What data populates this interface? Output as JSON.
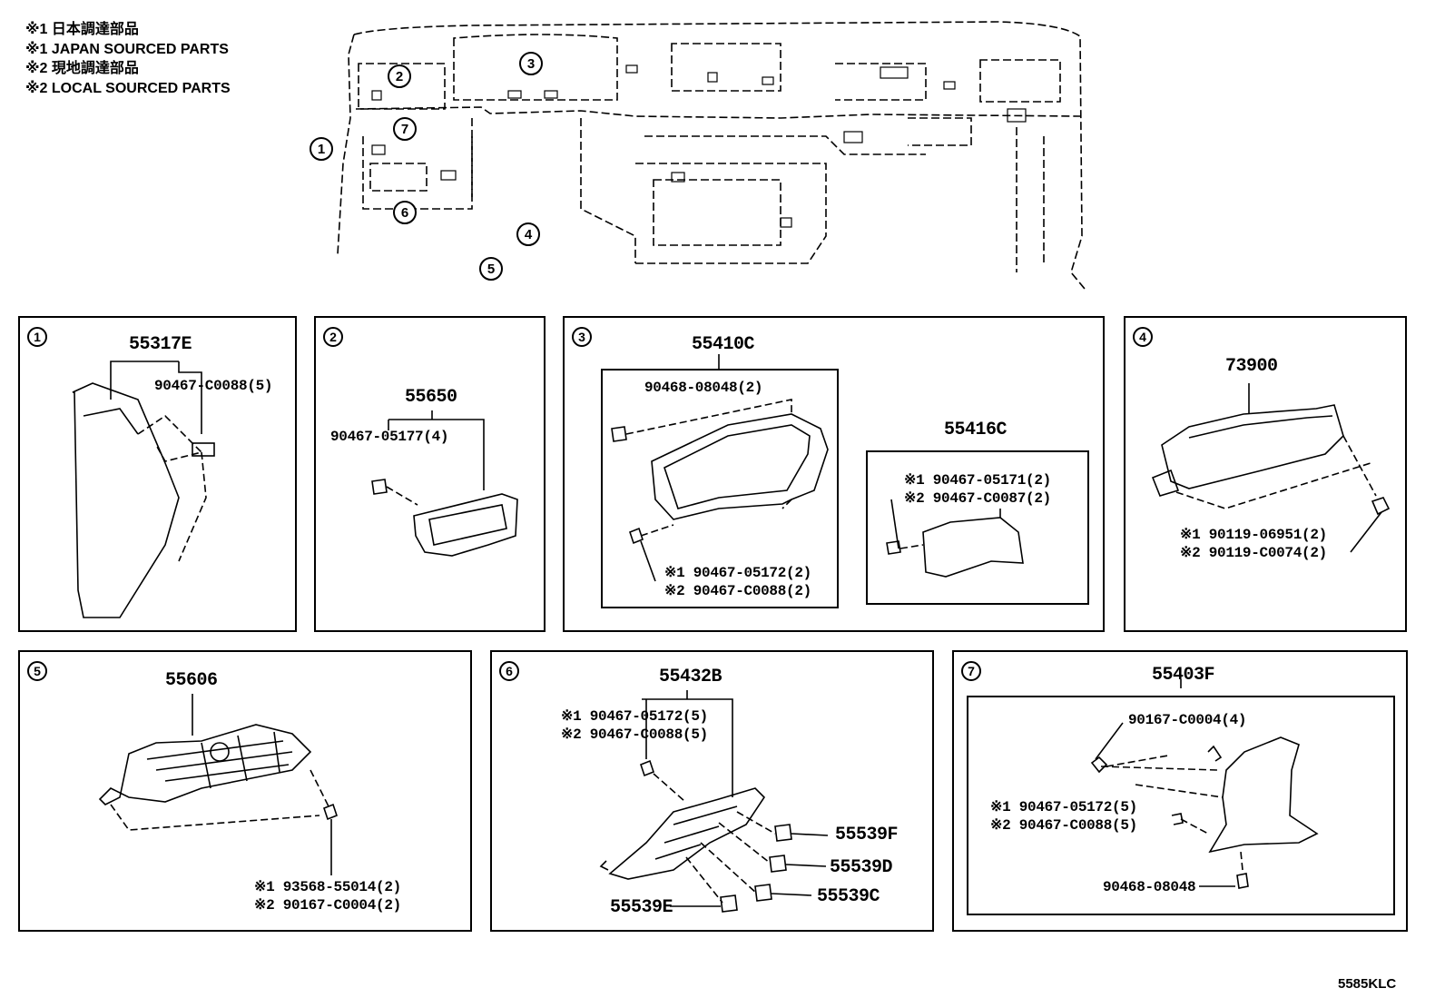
{
  "legend": [
    "※1 日本調達部品",
    "※1 JAPAN SOURCED PARTS",
    "※2 現地調達部品",
    "※2 LOCAL SOURCED PARTS"
  ],
  "overview": {
    "callouts": [
      "1",
      "2",
      "3",
      "4",
      "5",
      "6",
      "7"
    ]
  },
  "panels": {
    "p1": {
      "num": "1",
      "part": "55317E",
      "sub": "90467-C0088(5)"
    },
    "p2": {
      "num": "2",
      "part": "55650",
      "sub": "90467-05177(4)"
    },
    "p3": {
      "num": "3",
      "part_a": "55410C",
      "a_sub1": "90468-08048(2)",
      "a_sub2": "※1 90467-05172(2)",
      "a_sub3": "※2 90467-C0088(2)",
      "part_b": "55416C",
      "b_sub1": "※1 90467-05171(2)",
      "b_sub2": "※2 90467-C0087(2)"
    },
    "p4": {
      "num": "4",
      "part": "73900",
      "sub1": "※1 90119-06951(2)",
      "sub2": "※2 90119-C0074(2)"
    },
    "p5": {
      "num": "5",
      "part": "55606",
      "sub1": "※1 93568-55014(2)",
      "sub2": "※2 90167-C0004(2)"
    },
    "p6": {
      "num": "6",
      "part": "55432B",
      "sub1": "※1 90467-05172(5)",
      "sub2": "※2 90467-C0088(5)",
      "c1": "55539F",
      "c2": "55539D",
      "c3": "55539C",
      "c4": "55539E"
    },
    "p7": {
      "num": "7",
      "part": "55403F",
      "sub1": "90167-C0004(4)",
      "sub2": "※1 90467-05172(5)",
      "sub3": "※2 90467-C0088(5)",
      "sub4": "90468-08048"
    }
  },
  "code": "5585KLC"
}
